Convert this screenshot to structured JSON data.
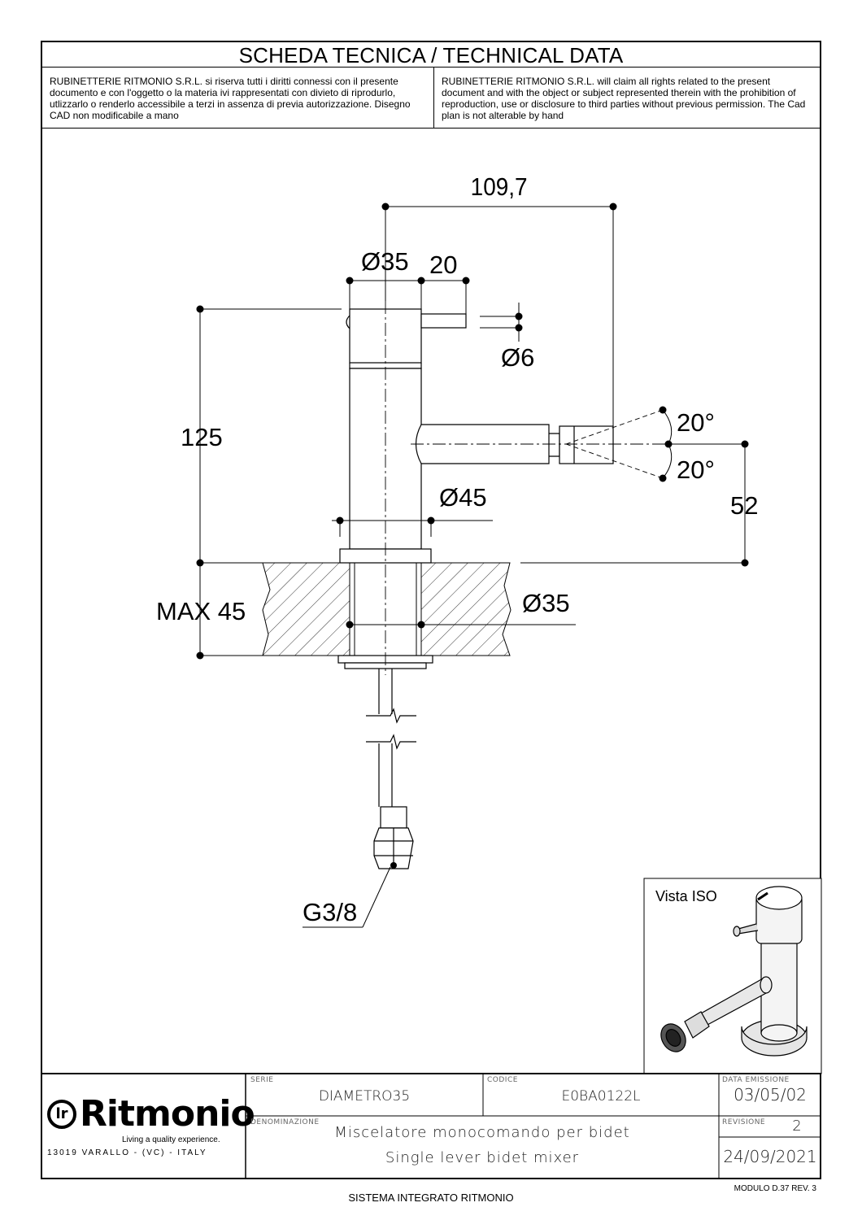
{
  "header": {
    "title": "SCHEDA TECNICA / TECHNICAL DATA",
    "notice_it": "RUBINETTERIE RITMONIO S.R.L. si riserva tutti i diritti connessi con il presente documento e con l'oggetto o la materia ivi rappresentati con divieto di riprodurlo, utlizzarlo o renderlo accessibile a terzi in assenza di previa autorizzazione. Disegno CAD non modificabile a mano",
    "notice_en": "RUBINETTERIE RITMONIO S.R.L. will claim all rights related to the present document and with the object or subject represented therein with the prohibition  of reproduction, use or disclosure to third parties without previous permission.  The Cad plan is not alterable by hand"
  },
  "dimensions": {
    "width_total": "109,7",
    "body_diameter": "Ø35",
    "lever_offset": "20",
    "lever_diameter": "Ø6",
    "height": "125",
    "spout_angle_up": "20°",
    "spout_angle_down": "20°",
    "spout_height": "52",
    "base_diameter": "Ø45",
    "hole_diameter": "Ø35",
    "max_thickness": "MAX 45",
    "connection": "G3/8"
  },
  "iso_view": {
    "label": "Vista ISO"
  },
  "title_block": {
    "logo_text": "Ritmonio",
    "tagline": "Living a quality experience.",
    "address": "13019 VARALLO - (VC) - ITALY",
    "serie_label": "SERIE",
    "serie_value": "DIAMETRO35",
    "codice_label": "CODICE",
    "codice_value": "E0BA0122L",
    "data_label": "DATA EMISSIONE",
    "data_value": "03/05/02",
    "denominazione_label": "DENOMINAZIONE",
    "denominazione_it": "Miscelatore monocomando per bidet",
    "denominazione_en": "Single lever bidet mixer",
    "revisione_label": "REVISIONE",
    "revisione_value": "2",
    "revisione_date": "24/09/2021"
  },
  "footer": {
    "system": "SISTEMA INTEGRATO RITMONIO",
    "modulo": "MODULO D.37 REV. 3"
  }
}
